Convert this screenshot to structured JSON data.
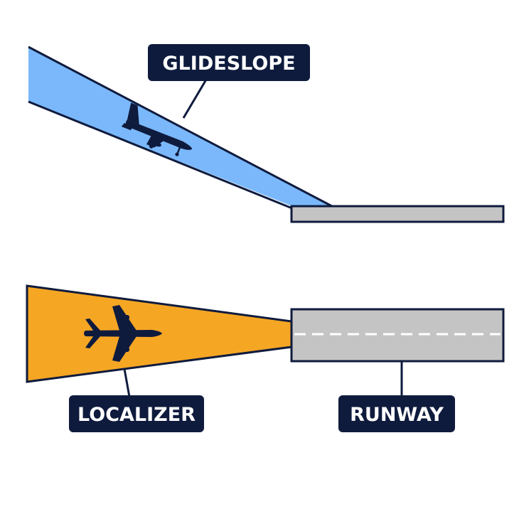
{
  "labels": {
    "glideslope": "GLIDESLOPE",
    "localizer": "LOCALIZER",
    "runway": "RUNWAY"
  },
  "colors": {
    "glideslope_beam": "#7ab8fb",
    "localizer_beam": "#f5a623",
    "runway": "#c4c4c4",
    "outline": "#0f1b3d",
    "label_bg": "#0f1b3d",
    "label_text": "#ffffff",
    "aircraft": "#0f1b3d",
    "centerline": "#ffffff"
  },
  "icons": {
    "glideslope_aircraft": "airplane-side-icon",
    "localizer_aircraft": "airplane-top-icon"
  }
}
